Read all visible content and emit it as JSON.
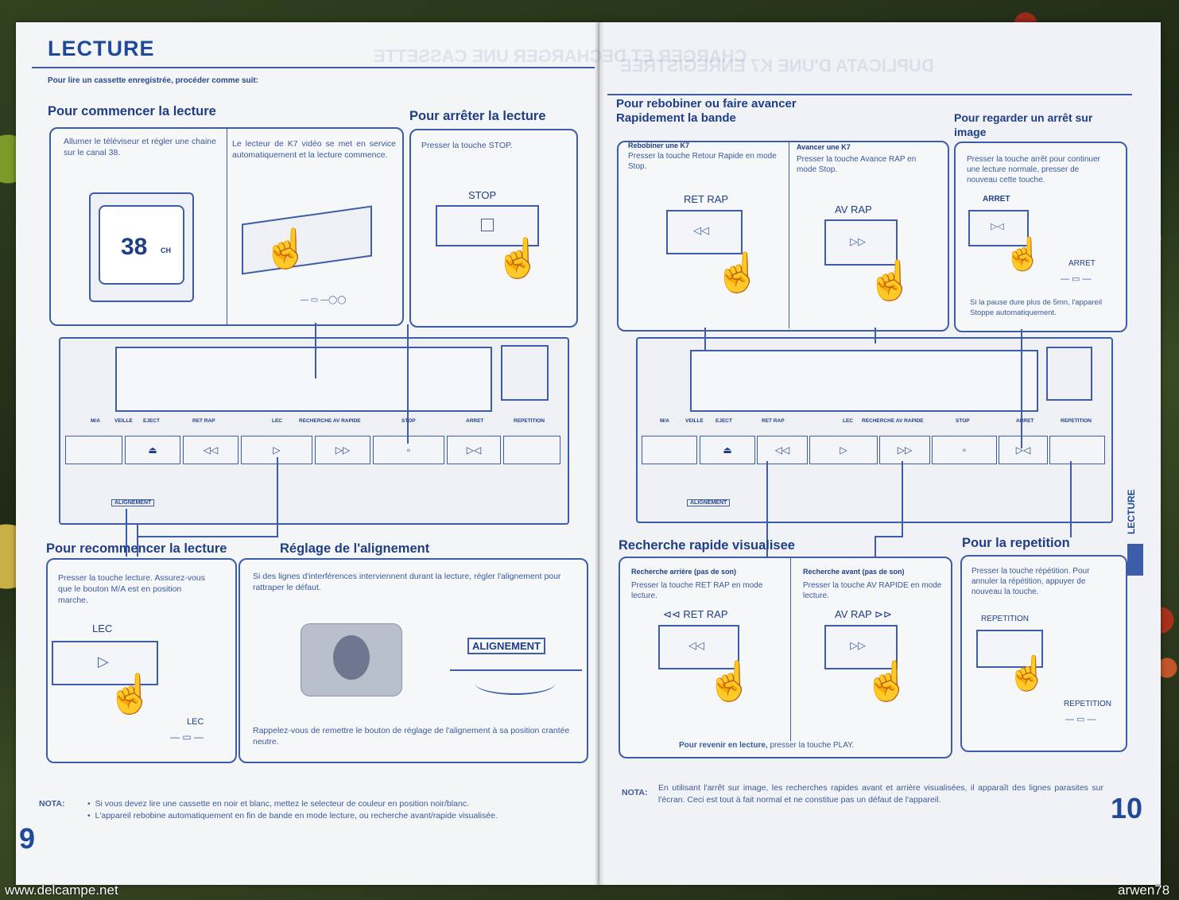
{
  "left_page": {
    "title": "LECTURE",
    "intro": "Pour lire un cassette enregistrée, procéder comme suit:",
    "sec_start": "Pour commencer la lecture",
    "start_text1": "Allumer le téléviseur et régler une chaine sur le canal 38.",
    "tv_channel": "38",
    "tv_ch": "CH",
    "start_text2": "Le lecteur de K7 vidéo se met en service automatiquement et la lecture commence.",
    "sec_stop": "Pour arrêter la lecture",
    "stop_text": "Presser la touche STOP.",
    "stop_label": "STOP",
    "panel_labels": [
      "M/A",
      "VEILLE",
      "EJECT",
      "RET RAP",
      "LEC",
      "RECHERCHE AV RAPIDE",
      "STOP",
      "ARRET",
      "REPETITION"
    ],
    "panel_align": "ALIGNEMENT",
    "sec_restart": "Pour recommencer la lecture",
    "restart_text": "Presser la touche lecture. Assurez-vous que le bouton M/A est en position marche.",
    "lec_label": "LEC",
    "lec_small": "LEC",
    "sec_align": "Réglage de l'alignement",
    "align_text": "Si des lignes d'interférences interviennent durant la lecture, régler l'alignement pour rattraper le défaut.",
    "align_label": "ALIGNEMENT",
    "align_text2": "Rappelez-vous de remettre le bouton de réglage de l'alignement à sa position crantée neutre.",
    "nota_label": "NOTA:",
    "nota1": "Si vous devez lire une cassette en noir et blanc, mettez le selecteur de couleur en position noir/blanc.",
    "nota2": "L'appareil rebobine automatiquement en fin de bande en mode lecture, ou recherche avant/rapide visualisée.",
    "page_number": "9"
  },
  "right_page": {
    "sec_rewind": "Pour rebobiner ou faire avancer Rapidement la bande",
    "rew_title": "Rebobiner une K7",
    "rew_text": "Presser la touche Retour Rapide en mode Stop.",
    "rew_label": "RET RAP",
    "ff_title": "Avancer une K7",
    "ff_text": "Presser la touche Avance RAP en mode Stop.",
    "ff_label": "AV RAP",
    "sec_still": "Pour regarder un arrêt sur image",
    "still_text": "Presser la touche arrêt pour continuer une lecture normale, presser de nouveau cette touche.",
    "still_label": "ARRET",
    "still_small": "ARRET",
    "still_text2": "Si la pause dure plus de 5mn, l'appareil Stoppe automatiquement.",
    "panel_labels": [
      "M/A",
      "VEILLE",
      "EJECT",
      "RET RAP",
      "LEC",
      "RECHERCHE AV RAPIDE",
      "STOP",
      "ARRET",
      "REPETITION"
    ],
    "panel_align": "ALIGNEMENT",
    "sec_search": "Recherche rapide visualisee",
    "back_title": "Recherche arrière (pas de son)",
    "back_text": "Presser la touche RET RAP en mode lecture.",
    "back_label": "RET RAP",
    "fwd_title": "Recherche avant (pas de son)",
    "fwd_text": "Presser la touche AV RAPIDE en mode lecture.",
    "fwd_label": "AV RAP",
    "return_bold": "Pour revenir en lecture,",
    "return_text": "presser la touche PLAY.",
    "sec_repeat": "Pour la repetition",
    "repeat_text": "Presser la touche répétition. Pour annuler la répétition, appuyer de nouveau la touche.",
    "repeat_label": "REPETITION",
    "repeat_small": "REPETITION",
    "side_tab": "LECTURE",
    "nota_label": "NOTA:",
    "nota": "En utilisant l'arrêt sur image, les recherches rapides avant et arrière visualisées, il apparaît des lignes parasites sur l'écran. Ceci est tout à fait normal et ne constitue pas un défaut de l'appareil.",
    "page_number": "10"
  },
  "watermark_left": "www.delcampe.net",
  "watermark_right": "arwen78",
  "colors": {
    "ink": "#1f4a99",
    "paper": "#f4f5f7",
    "line": "#3d5ea6"
  }
}
